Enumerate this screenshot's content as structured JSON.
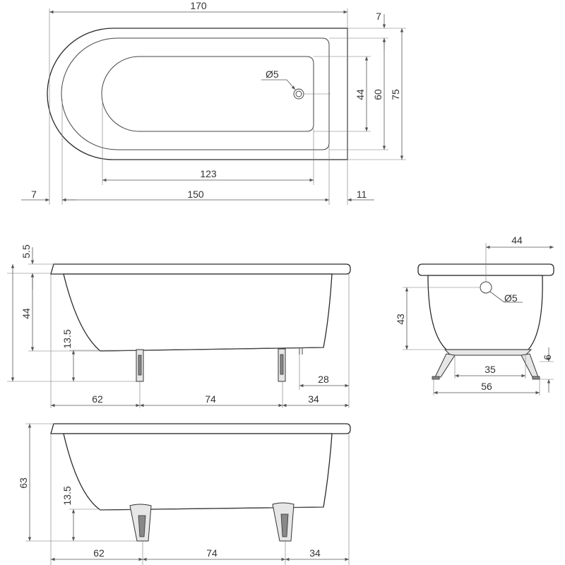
{
  "dimensions": {
    "top_total_length": "170",
    "top_rim_top": "7",
    "top_drain_diameter": "Ø5",
    "top_inner_width": "44",
    "top_mid_width": "60",
    "top_outer_width": "75",
    "top_inner_length": "123",
    "top_left_rim": "7",
    "top_mid_length": "150",
    "top_right_rim": "11",
    "side_rim_height": "5.5",
    "side_body_height": "44",
    "side_leg_height": "13.5",
    "side_drain_offset": "28",
    "side_left_span": "62",
    "side_mid_span": "74",
    "side_right_span": "34",
    "end_drain_offset": "44",
    "end_drain_diameter": "Ø5",
    "end_body_height": "43",
    "end_foot_height": "6",
    "end_inner_width": "35",
    "end_outer_width": "56",
    "front_total_height": "63",
    "front_leg_height": "13.5",
    "front_left_span": "62",
    "front_mid_span": "74",
    "front_right_span": "34"
  },
  "colors": {
    "line": "#2a2a2a",
    "dimension": "#555555",
    "foot": "#e6e6e6"
  }
}
